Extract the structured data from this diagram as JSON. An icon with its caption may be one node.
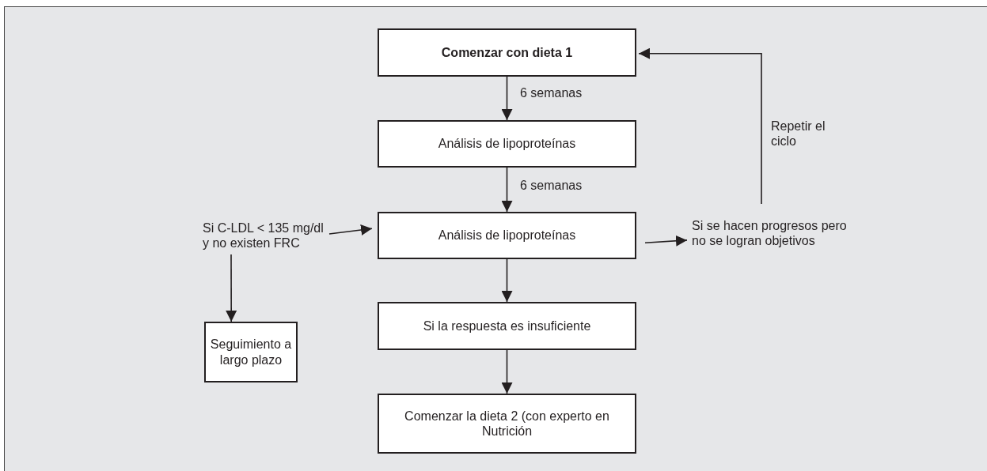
{
  "diagram": {
    "nodes": [
      {
        "text": [
          "Comenzar con dieta 1"
        ]
      },
      {
        "text": [
          "Análisis de lipoproteínas"
        ]
      },
      {
        "text": [
          "Análisis de lipoproteínas"
        ]
      },
      {
        "text": [
          "Si la respuesta es insuficiente"
        ]
      },
      {
        "text": [
          "Comenzar la dieta 2 (con experto en Nutrición"
        ]
      },
      {
        "text": [
          "Si C-LDL < 135 mg/dl y no existen FRC"
        ]
      },
      {
        "text": [
          "Seguimiento a largo plazo"
        ]
      },
      {
        "text": [
          "Si se hacen progresos pero no se logran objetivos"
        ]
      }
    ],
    "edges": [
      {
        "from": 0,
        "to": 1,
        "arrow": "to",
        "label": "6 semanas"
      },
      {
        "from": 1,
        "to": 2,
        "arrow": "to",
        "label": "6 semanas"
      },
      {
        "from": 5,
        "to": 2,
        "arrow": "to"
      },
      {
        "from": 5,
        "to": 6,
        "arrow": "to"
      },
      {
        "from": 2,
        "to": 7,
        "arrow": "to"
      },
      {
        "from": 7,
        "to": 0,
        "arrow": "to",
        "label": "Repetir el ciclo"
      },
      {
        "from": 2,
        "to": 3,
        "arrow": "to"
      },
      {
        "from": 3,
        "to": 4,
        "arrow": "to"
      }
    ]
  }
}
